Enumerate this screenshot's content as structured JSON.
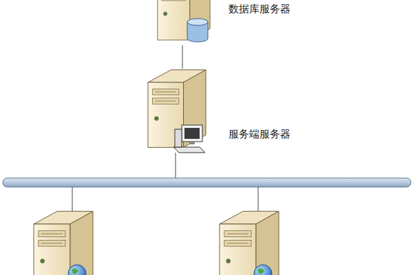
{
  "diagram": {
    "nodes": [
      {
        "text": [
          "数据库服务器"
        ]
      },
      {
        "text": [
          "服务端服务器"
        ]
      }
    ],
    "edges": [
      {
        "from": 0,
        "to": 1,
        "arrow": "none"
      }
    ]
  }
}
